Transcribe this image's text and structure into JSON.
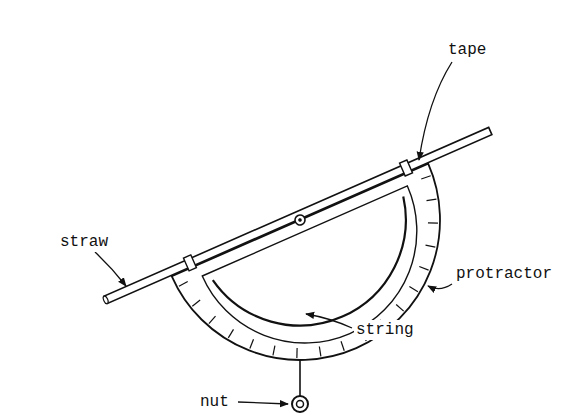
{
  "diagram": {
    "labels": [
      "straw",
      "tape",
      "protractor",
      "string",
      "nut"
    ]
  }
}
